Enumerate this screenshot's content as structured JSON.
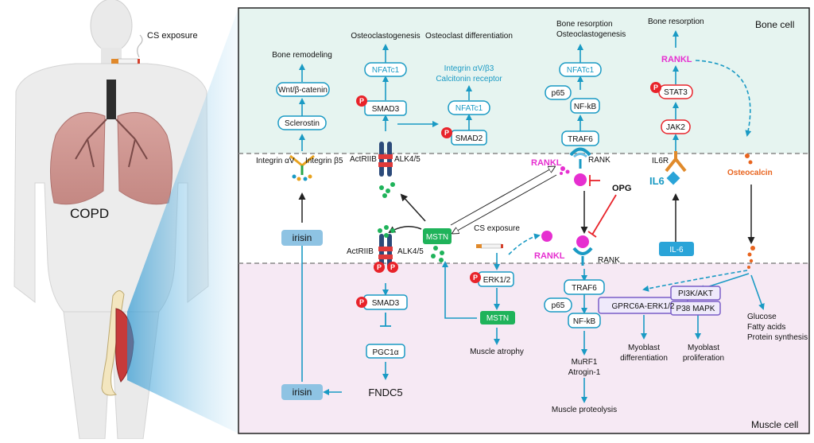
{
  "left": {
    "disease": "COPD",
    "exposure": "CS exposure"
  },
  "regions": {
    "bone_cell": "Bone cell",
    "muscle_cell": "Muscle cell"
  },
  "colors": {
    "arrow": "#1a9ac4",
    "box_border": "#1a9ac4",
    "box_fill": "#ffffff",
    "mstn": "#1fb35a",
    "irisin": "#8ec3e3",
    "phospho": "#e8232a",
    "rankl": "#e62fd0",
    "osteocalcin": "#e8641e",
    "opg_inhibit": "#e8232a",
    "bone_bg": "#e6f4f0",
    "muscle_bg": "#f6e9f4",
    "purple_box": "#7a5ec8"
  },
  "labels": {
    "bone_remodeling": "Bone remodeling",
    "wnt": "Wnt/β-catenin",
    "sclerostin": "Sclerostin",
    "integrin_av": "Integrin αV",
    "integrin_b5": "Integrin β5",
    "irisin_top": "irisin",
    "irisin_bottom": "irisin",
    "osteoclastogenesis": "Osteoclastogenesis",
    "nfatc1_a": "NFATc1",
    "smad3_top": "SMAD3",
    "actriib_top": "ActRIIB",
    "alk45_top": "ALK4/5",
    "osteoclast_diff": "Osteoclast differentiation",
    "integrin_avb3": "Integrin αV/β3",
    "calcitonin": "Calcitonin receptor",
    "nfatc1_b": "NFATc1",
    "smad2": "SMAD2",
    "bone_resorption_1": "Bone resorption",
    "osteoclastogenesis_2": "Osteoclastogenesis",
    "nfatc1_c": "NFATc1",
    "p65_top": "p65",
    "nfkb_top": "NF-kB",
    "traf6_top": "TRAF6",
    "rankl_top": "RANKL",
    "rank_top": "RANK",
    "opg": "OPG",
    "bone_resorption_2": "Bone resorption",
    "rankl_right": "RANKL",
    "stat3": "STAT3",
    "jak2": "JAK2",
    "il6r": "IL6R",
    "il6": "IL6",
    "osteocalcin": "Osteocalcin",
    "mstn_mid": "MSTN",
    "actriib_bottom": "ActRIIB",
    "alk45_bottom": "ALK4/5",
    "smad3_bottom": "SMAD3",
    "pgc1a": "PGC1α",
    "fndc5": "FNDC5",
    "cs_exposure_mid": "CS exposure",
    "rankl_mid": "RANKL",
    "erk12": "ERK1/2",
    "mstn_bottom": "MSTN",
    "muscle_atrophy": "Muscle atrophy",
    "rank_bottom": "RANK",
    "traf6_bottom": "TRAF6",
    "p65_bottom": "p65",
    "nfkb_bottom": "NF-kB",
    "murf1": "MuRF1",
    "atrogin": "Atrogin-1",
    "muscle_proteolysis": "Muscle proteolysis",
    "il6_box": "IL-6",
    "gprc6a": "GPRC6A-ERK1/2",
    "pi3k": "PI3K/AKT",
    "p38": "P38 MAPK",
    "myoblast_diff_1": "Myoblast",
    "myoblast_diff_2": "differentiation",
    "myoblast_prolif_1": "Myoblast",
    "myoblast_prolif_2": "proliferation",
    "glucose": "Glucose",
    "fatty_acids": "Fatty acids",
    "protein_synthesis": "Protein synthesis",
    "p_marker": "P"
  }
}
